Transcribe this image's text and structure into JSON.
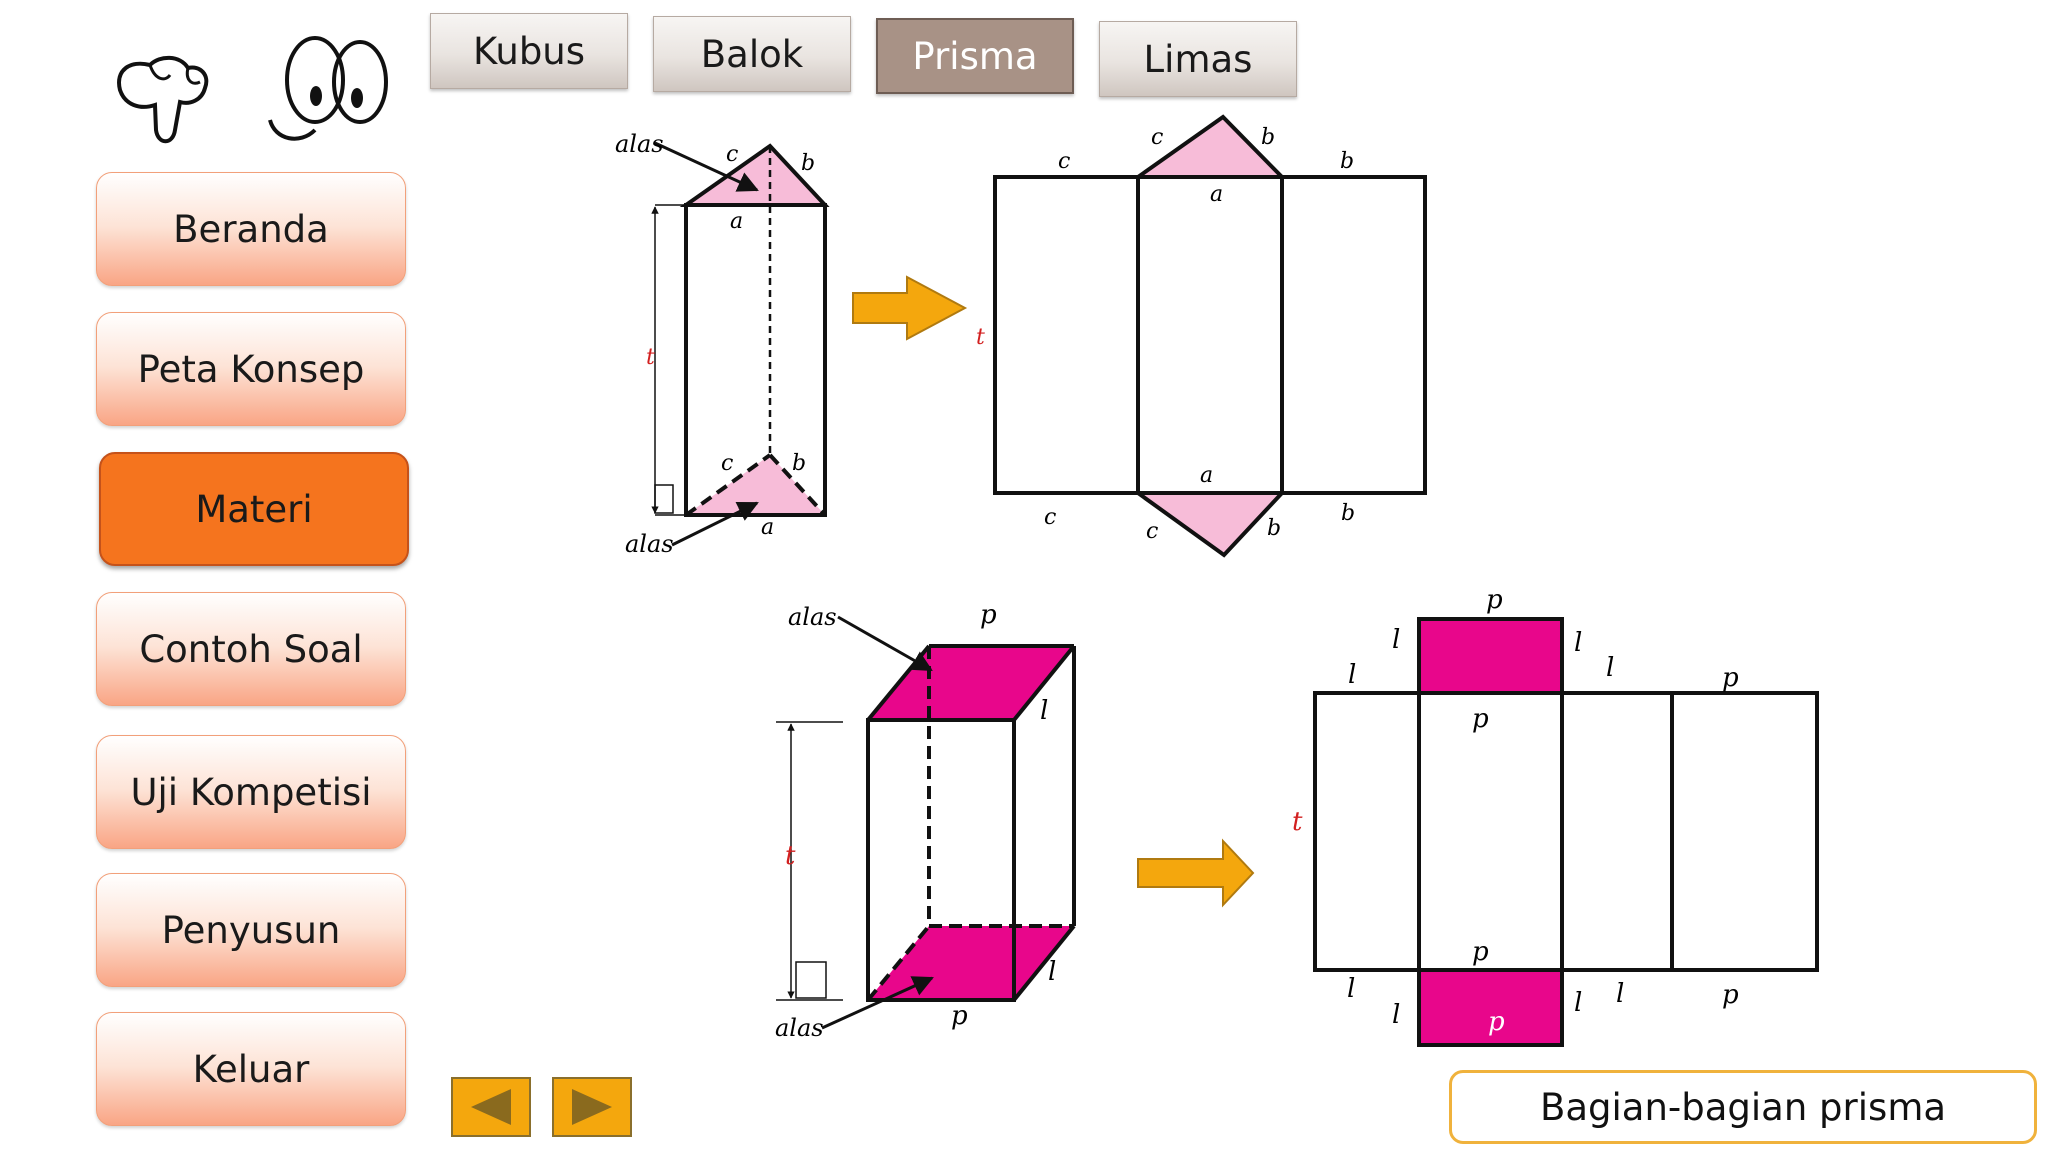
{
  "tabs": [
    {
      "label": "Kubus",
      "active": false
    },
    {
      "label": "Balok",
      "active": false
    },
    {
      "label": "Prisma",
      "active": true
    },
    {
      "label": "Limas",
      "active": false
    }
  ],
  "menu": {
    "beranda": "Beranda",
    "peta_konsep": "Peta Konsep",
    "materi": "Materi",
    "contoh_soal": "Contoh Soal",
    "uji_kompetisi": "Uji Kompetisi",
    "penyusun": "Penyusun",
    "keluar": "Keluar",
    "active_item": "Materi"
  },
  "caption": "Bagian-bagian prisma",
  "icons": {
    "prev": "triangle-left-icon",
    "next": "triangle-right-icon",
    "mascot": "pointing-hand-eyes-icon",
    "flow": "arrow-right-icon"
  },
  "colors": {
    "menu_active": "#f5741e",
    "tab_active": "#a89286",
    "triangle_base": "#f7bcd8",
    "rect_base": "#e8068b",
    "flow_arrow": "#f4a70d",
    "height_label": "#d22020"
  },
  "figures": {
    "alas": "alas",
    "a": "a",
    "b": "b",
    "c": "c",
    "t": "t",
    "p": "p",
    "l": "l"
  }
}
